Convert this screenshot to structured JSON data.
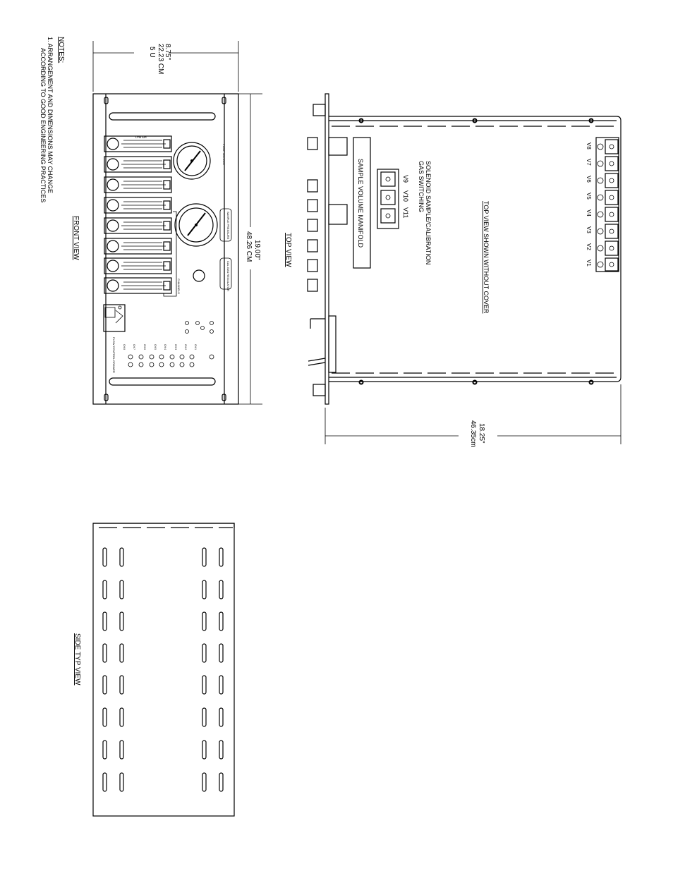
{
  "notes": {
    "heading": "NOTES:",
    "line1": "1. ARRANGEMENT AND DIMENSIONS MAY CHANGE",
    "line2": "ACCORDING TO GOOD ENGINEERING PRACTICES"
  },
  "front_view": {
    "title": "FRONT VIEW",
    "height_in": "8.75\"",
    "height_cm": "22.23 CM",
    "height_u": "5 U",
    "width_in": "19.00\"",
    "width_cm": "48.26 CM",
    "flowmeter_scale": "LPM AIR",
    "channels_label": "CHANNELS",
    "gauge1_label": "PUMP VACUUM",
    "gauge2_label": "SAMPLE PRESSURE",
    "regulator_label": "CAL GAS REGULATOR",
    "panel_title": "FLOW CONTROL DRAWER",
    "channel_labels": [
      "CH 1",
      "CH 2",
      "CH 3",
      "CH 4",
      "CH 5",
      "CH 6",
      "CH 7",
      "CH 8"
    ]
  },
  "top_view": {
    "title": "TOP VIEW",
    "cover_note": "TOP VIEW SHOWN WITHOUT COVER",
    "solenoid_line1": "SOLENOID SAMPLE/CALIBRATION",
    "solenoid_line2": "GAS SWITCHING",
    "manifold_label": "SAMPLE VOLUME MANIFOLD",
    "depth_in": "18.25\"",
    "depth_cm": "46.35cm",
    "valves": [
      "V1",
      "V2",
      "V3",
      "V4",
      "V5",
      "V6",
      "V7",
      "V8"
    ],
    "solenoid_valves": [
      "V9",
      "V10",
      "V11"
    ]
  },
  "side_view": {
    "title": "SIDE TYP VIEW"
  }
}
